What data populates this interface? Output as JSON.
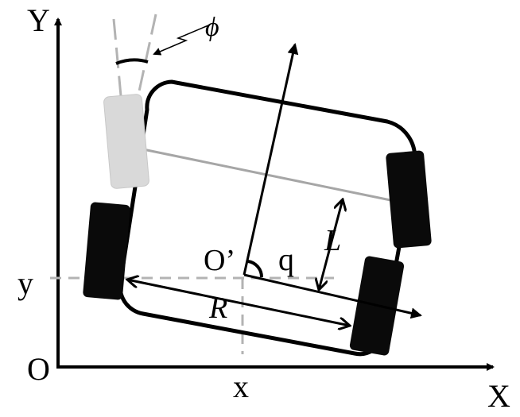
{
  "labels": {
    "axis_y": "Y",
    "axis_x": "X",
    "origin": "O",
    "coord_x": "x",
    "coord_y": "y",
    "body_origin": "O’",
    "heading_angle": "q",
    "steer_angle": "ϕ",
    "wheelbase": "L",
    "track_width": "R"
  },
  "colors": {
    "ink": "#000000",
    "wheel_black": "#0a0a0a",
    "steered_wheel": "#d9d9d9",
    "guide_gray": "#a6a6a6",
    "dash_gray": "#b3b3b3"
  }
}
